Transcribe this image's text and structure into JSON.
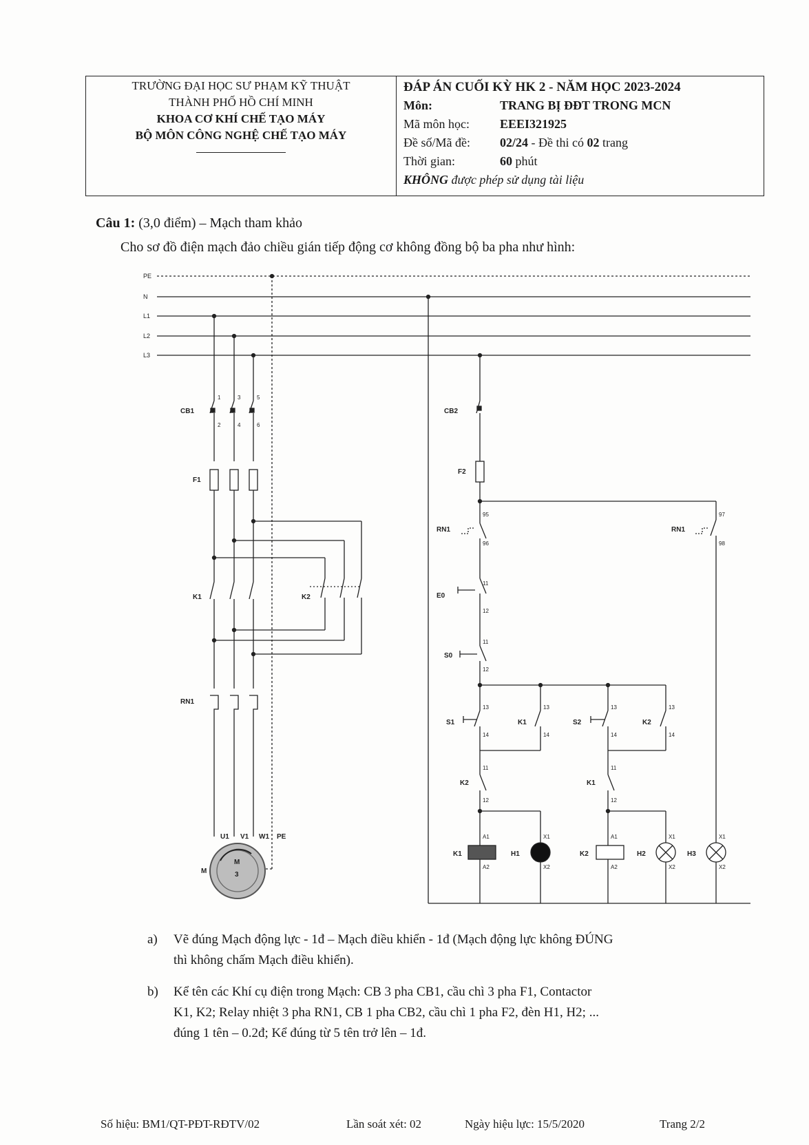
{
  "header": {
    "left": {
      "line1": "TRƯỜNG ĐẠI HỌC SƯ PHẠM KỸ THUẬT",
      "line2": "THÀNH PHỐ HỒ CHÍ MINH",
      "line3": "KHOA CƠ KHÍ CHẾ TẠO MÁY",
      "line4": "BỘ MÔN CÔNG NGHỆ CHẾ TẠO MÁY"
    },
    "right": {
      "title": "ĐÁP ÁN CUỐI KỲ HK 2 - NĂM HỌC 2023-2024",
      "subject_label": "Môn:",
      "subject": "TRANG BỊ ĐĐT TRONG MCN",
      "code_label": "Mã môn học:",
      "code": "EEEI321925",
      "exam_label": "Đề số/Mã đề:",
      "exam_no": "02/24",
      "exam_note_pre": "- Đề thi có",
      "exam_pages": "02",
      "exam_note_post": "trang",
      "time_label": "Thời gian:",
      "time_value": "60",
      "time_unit": "phút",
      "note_bold": "KHÔNG",
      "note_rest": "được phép sử dụng tài liệu"
    }
  },
  "question": {
    "label": "Câu 1:",
    "points": "(3,0 điểm) – Mạch tham khảo",
    "prompt": "Cho sơ đồ điện mạch đảo chiều gián tiếp động cơ không đồng bộ ba pha như hình:"
  },
  "diagram": {
    "rails": [
      "PE",
      "N",
      "L1",
      "L2",
      "L3"
    ],
    "labels": {
      "cb1": "CB1",
      "f1": "F1",
      "k1": "K1",
      "k2": "K2",
      "rn1": "RN1",
      "motor": "M",
      "motor_inner": "M",
      "motor_phase": "3",
      "u1": "U1",
      "v1": "V1",
      "w1": "W1",
      "pe": "PE",
      "cb2": "CB2",
      "f2": "F2",
      "e0": "E0",
      "s0": "S0",
      "s1": "S1",
      "s2": "S2",
      "h1": "H1",
      "h2": "H2",
      "h3": "H3",
      "a1": "A1",
      "a2": "A2",
      "x1": "X1",
      "x2": "X2",
      "n1": "1",
      "n2": "2",
      "n3": "3",
      "n4": "4",
      "n5": "5",
      "n6": "6",
      "n11": "11",
      "n12": "12",
      "n13": "13",
      "n14": "14",
      "n95": "95",
      "n96": "96",
      "n97": "97",
      "n98": "98"
    }
  },
  "answers": {
    "a_label": "a)",
    "a_line1": "Vẽ đúng Mạch động lực - 1đ – Mạch điều khiển - 1đ (Mạch động lực không ĐÚNG",
    "a_line2": "thì không chấm Mạch điều khiển).",
    "b_label": "b)",
    "b_line1": "Kể tên các Khí cụ điện trong Mạch: CB 3 pha CB1, cầu chì 3 pha F1, Contactor",
    "b_line2": "K1, K2;  Relay nhiệt 3 pha RN1, CB 1 pha CB2, cầu chì 1 pha F2, đèn H1, H2; ...",
    "b_line3": "đúng 1 tên – 0.2đ; Kể đúng từ 5 tên trở lên – 1đ."
  },
  "footer": {
    "code": "Số hiệu: BM1/QT-PĐT-RĐTV/02",
    "revision": "Lần soát xét: 02",
    "effective": "Ngày hiệu lực: 15/5/2020",
    "page": "Trang 2/2"
  }
}
